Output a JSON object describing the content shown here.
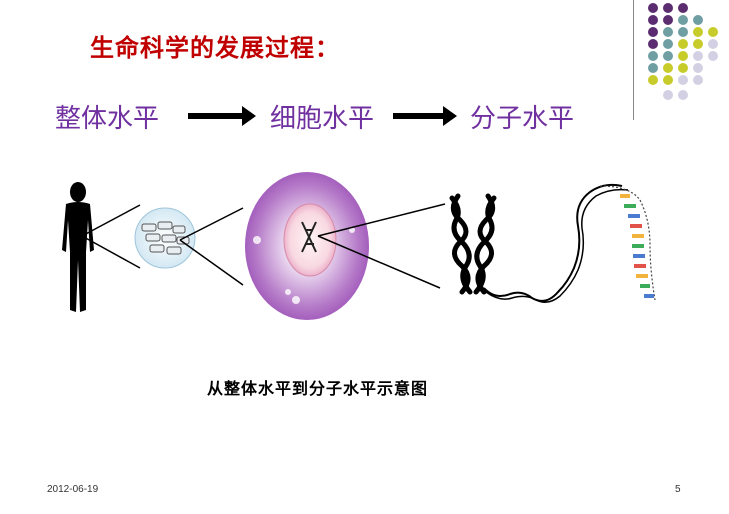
{
  "title": "生命科学的发展过程：",
  "levels": {
    "organism": "整体水平",
    "cell": "细胞水平",
    "molecule": "分子水平"
  },
  "caption": "从整体水平到分子水平示意图",
  "footer": {
    "date": "2012-06-19",
    "page": "5"
  },
  "colors": {
    "title": "#c00000",
    "levels": "#7030a0",
    "dot_purple": "#5b2c6f",
    "dot_teal": "#6f9ea3",
    "dot_yellow": "#c8cc2a",
    "dot_lavender": "#d4d0e4"
  },
  "icons": [
    "human-silhouette-icon",
    "tissue-cells-icon",
    "cell-nucleus-icon",
    "chromosome-icon",
    "dna-helix-icon"
  ]
}
